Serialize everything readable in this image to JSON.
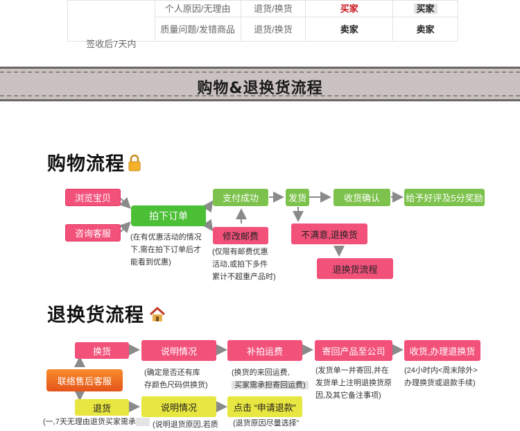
{
  "policy_table": {
    "rows": [
      {
        "condition": "签收后7天内",
        "reason": "个人原因/无理由",
        "type": "退货/换货",
        "col_a": "买家",
        "col_b": "买家"
      },
      {
        "condition": "",
        "reason": "质量问题/发错商品",
        "type": "退货/换货",
        "col_a": "卖家",
        "col_b": "卖家"
      }
    ]
  },
  "banner": {
    "title": "购物&退换货流程"
  },
  "shopping": {
    "title": "购物流程",
    "browse": "浏览宝贝",
    "consult": "咨询客服",
    "order": "拍下订单",
    "pay": "支付成功",
    "modify_postage": "修改邮费",
    "ship": "发货",
    "confirm": "收货确认",
    "praise": "给予好评及5分奖励",
    "unsatisfied": "不满意,退换货",
    "return_flow": "退换货流程",
    "note_order": [
      "(在有优惠活动的情况",
      "下,需在拍下订单后才",
      "能看到优惠)"
    ],
    "note_postage": [
      "(仅限有邮费优惠",
      "活动,或拍下多件",
      "累计不超重产品时)"
    ]
  },
  "returns": {
    "title": "退换货流程",
    "exchange": "换货",
    "explain1": "说明情况",
    "repay": "补拍运费",
    "send_back": "寄回产品至公司",
    "receive": "收货,办理退换货",
    "contact": "联络售后客服",
    "refund": "退货",
    "explain2": "说明情况",
    "apply": "点击 “申请退款”",
    "note_explain1": [
      "(确定是否还有库",
      "存颜色尺码供换货)"
    ],
    "note_repay": [
      "(换货的来回运费,",
      "买家需承担寄回运费)"
    ],
    "note_send": [
      "(发货单一并寄回,并在",
      "发货单上注明退换货原",
      "因,及其它备注事项)"
    ],
    "note_receive": [
      "(24小时内<周末除外>",
      "办理换货或退款手续)"
    ],
    "note_refund": "(一,7天无理由退货买家需承",
    "note_explain2": "(说明退货原因,若质",
    "note_apply": "(退货原因尽量选择”"
  }
}
